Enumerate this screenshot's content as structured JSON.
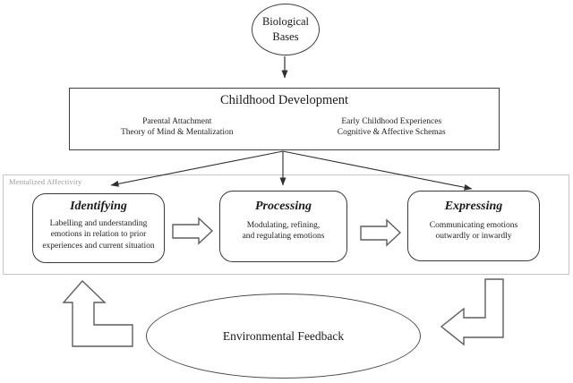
{
  "diagram": {
    "biological_bases": {
      "label": "Biological\nBases"
    },
    "childhood_development": {
      "title": "Childhood Development",
      "left_column": "Parental Attachment\nTheory of Mind & Mentalization",
      "right_column": "Early Childhood Experiences\nCognitive & Affective Schemas"
    },
    "mentalized_affectivity": {
      "label": "Mentalized Affectivity",
      "boxes": [
        {
          "title": "Identifying",
          "description": "Labelling and understanding\nemotions in relation to prior\nexperiences and current situation"
        },
        {
          "title": "Processing",
          "description": "Modulating, refining,\nand regulating emotions"
        },
        {
          "title": "Expressing",
          "description": "Communicating emotions\noutwardly or inwardly"
        }
      ]
    },
    "environmental_feedback": {
      "label": "Environmental Feedback"
    },
    "colors": {
      "box_border": "#3a3a3a",
      "panel_border": "#c6c6c6",
      "label_gray": "#9b9b9b",
      "arrow_stroke": "#2f2f2f",
      "block_arrow_stroke": "#5d5d5d"
    }
  }
}
